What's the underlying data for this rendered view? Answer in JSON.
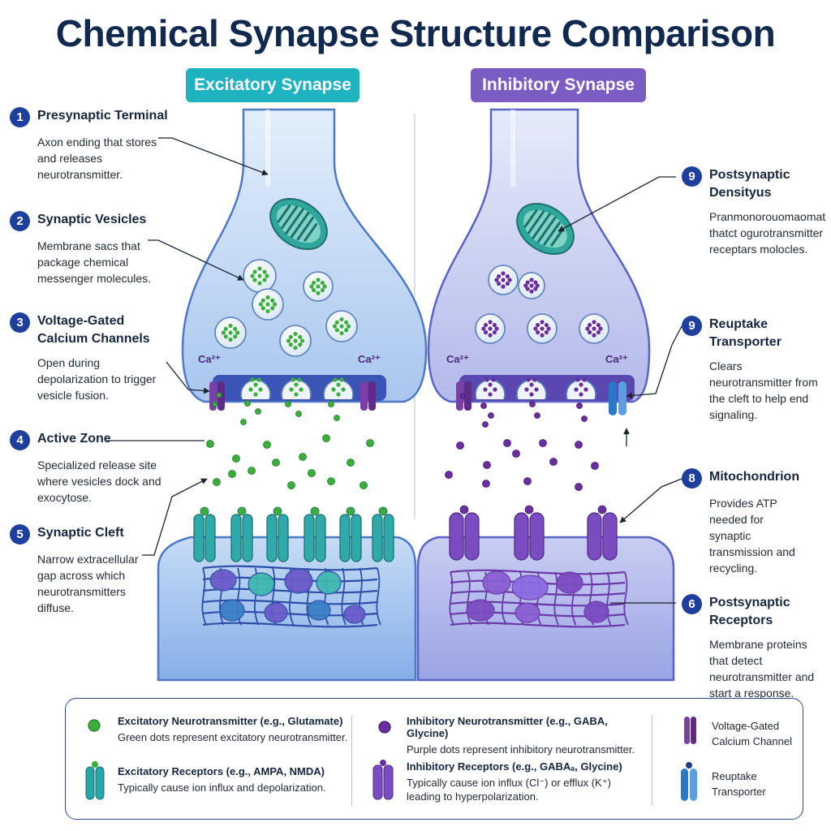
{
  "title": "Chemical Synapse Structure Comparison",
  "panels": {
    "excitatory": "Excitatory Synapse",
    "inhibitory": "Inhibitory Synapse"
  },
  "ion_label": "Ca²⁺",
  "left_labels": [
    {
      "num": "1",
      "title": "Presynaptic Terminal",
      "desc": "Axon ending that stores and releases neurotransmitter."
    },
    {
      "num": "2",
      "title": "Synaptic Vesicles",
      "desc": "Membrane sacs that package chemical messenger molecules."
    },
    {
      "num": "3",
      "title": "Voltage-Gated Calcium Channels",
      "desc": "Open during depolarization to trigger vesicle fusion."
    },
    {
      "num": "4",
      "title": "Active Zone",
      "desc": "Specialized release site where vesicles dock and exocytose."
    },
    {
      "num": "5",
      "title": "Synaptic Cleft",
      "desc": "Narrow extracellular gap across which neurotransmitters diffuse."
    }
  ],
  "right_labels": [
    {
      "num": "9",
      "title": "Postsynaptic Densityus",
      "desc": "Pranmonorouomaomat thatct ogurotransmitter receptars molocles."
    },
    {
      "num": "9",
      "title": "Reuptake Transporter",
      "desc": "Clears neurotransmitter from the cleft to help end signaling."
    },
    {
      "num": "8",
      "title": "Mitochondrion",
      "desc": "Provides ATP needed for synaptic transmission and recycling."
    },
    {
      "num": "6",
      "title": "Postsynaptic Receptors",
      "desc": "Membrane proteins that detect neurotransmitter and start a response."
    }
  ],
  "legend": {
    "exc_nt_title": "Excitatory Neurotransmitter (e.g., Glutamate)",
    "exc_nt_desc": "Green dots represent excitatory neurotransmitter.",
    "exc_rec_title": "Excitatory Receptors (e.g., AMPA, NMDA)",
    "exc_rec_desc": "Typically cause ion influx and depolarization.",
    "inh_nt_title": "Inhibitory Neurotransmitter (e.g., GABA, Glycine)",
    "inh_nt_desc": "Purple dots represent inhibitory neurotransmitter.",
    "inh_rec_title": "Inhibitory Receptors (e.g., GABAₐ, Glycine)",
    "inh_rec_desc": "Typically cause ion influx (Cl⁻) or efflux (K⁺) leading to hyperpolarization.",
    "vgcc": "Voltage-Gated Calcium Channel",
    "reuptake": "Reuptake Transporter"
  },
  "colors": {
    "title": "#12294f",
    "excitatory_accent": "#1fb3bf",
    "inhibitory_accent": "#7a5cc2",
    "excitatory_nt": "#3cae3c",
    "inhibitory_nt": "#6a2f9e",
    "number_badge": "#1f3f9c"
  }
}
